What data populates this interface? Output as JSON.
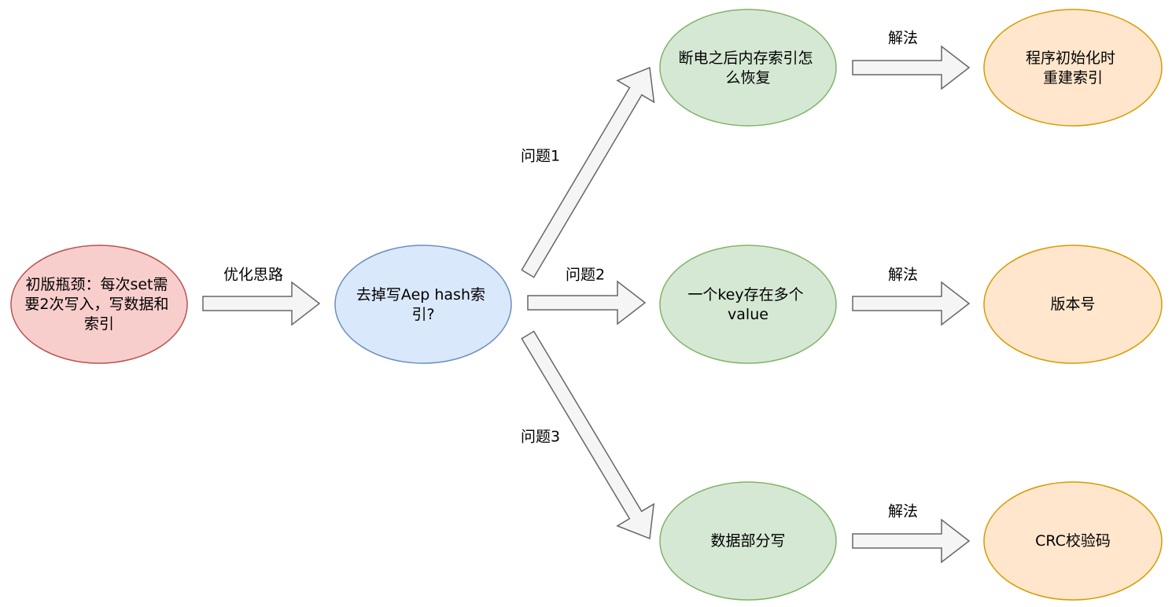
{
  "nodes": {
    "bottleneck": {
      "lines": [
        "初版瓶颈：每次set需",
        "要2次写入，写数据和",
        "索引"
      ],
      "fill": "#f8cecc",
      "stroke": "#b85450"
    },
    "idea": {
      "lines": [
        "去掉写Aep hash索",
        "引?"
      ],
      "fill": "#dae8fc",
      "stroke": "#6c8ebf"
    },
    "problem1": {
      "lines": [
        "断电之后内存索引怎",
        "么恢复"
      ],
      "fill": "#d5e8d4",
      "stroke": "#82b366"
    },
    "problem2": {
      "lines": [
        "一个key存在多个",
        "value"
      ],
      "fill": "#d5e8d4",
      "stroke": "#82b366"
    },
    "problem3": {
      "lines": [
        "数据部分写"
      ],
      "fill": "#d5e8d4",
      "stroke": "#82b366"
    },
    "solution1": {
      "lines": [
        "程序初始化时",
        "重建索引"
      ],
      "fill": "#ffe6cc",
      "stroke": "#d79b00"
    },
    "solution2": {
      "lines": [
        "版本号"
      ],
      "fill": "#ffe6cc",
      "stroke": "#d79b00"
    },
    "solution3": {
      "lines": [
        "CRC校验码"
      ],
      "fill": "#ffe6cc",
      "stroke": "#d79b00"
    }
  },
  "edges": {
    "optimize": "优化思路",
    "question1": "问题1",
    "question2": "问题2",
    "question3": "问题3",
    "solve1": "解法",
    "solve2": "解法",
    "solve3": "解法"
  },
  "arrow_style": {
    "fill": "#f5f5f5",
    "stroke": "#666666"
  }
}
